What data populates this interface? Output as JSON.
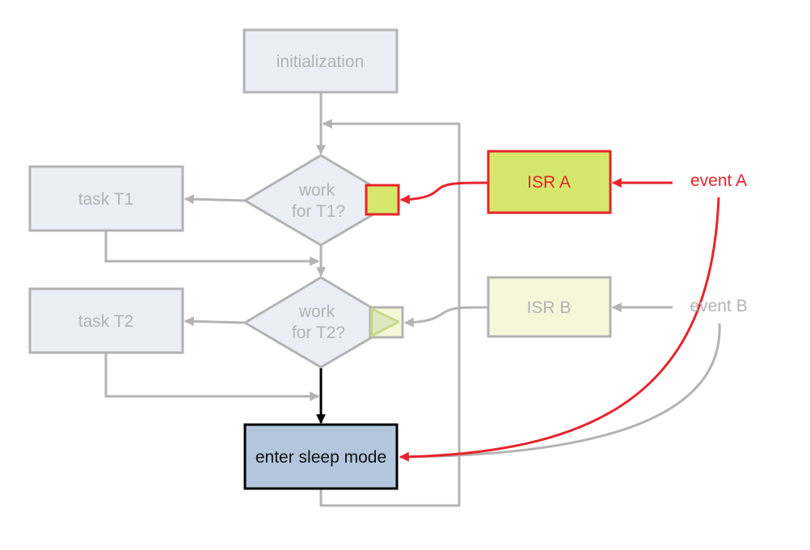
{
  "diagram": {
    "nodes": {
      "init": {
        "label": "initialization",
        "state": "inactive"
      },
      "decision_t1": {
        "lines": [
          "work",
          "for T1?"
        ],
        "state": "inactive"
      },
      "decision_t2": {
        "lines": [
          "work",
          "for T2?"
        ],
        "state": "inactive"
      },
      "task_t1": {
        "label": "task T1",
        "state": "inactive"
      },
      "task_t2": {
        "label": "task T2",
        "state": "inactive"
      },
      "isr_a": {
        "label": "ISR A",
        "state": "active"
      },
      "isr_b": {
        "label": "ISR B",
        "state": "inactive"
      },
      "sleep": {
        "label": "enter sleep mode",
        "state": "current"
      },
      "event_a": {
        "label": "event A",
        "state": "active"
      },
      "event_b": {
        "label": "event B",
        "state": "inactive"
      }
    },
    "flag_t1": {
      "state": "set"
    },
    "flag_t2": {
      "state": "clear"
    },
    "colors": {
      "inactive_stroke": "#b3b3b3",
      "inactive_fill": "#ebeef5",
      "active_red": "#e8242c",
      "isr_a_fill": "#d5e86b",
      "isr_b_fill": "#f4f8d9",
      "sleep_fill": "#b3c6dd",
      "current_stroke": "#000000"
    }
  }
}
